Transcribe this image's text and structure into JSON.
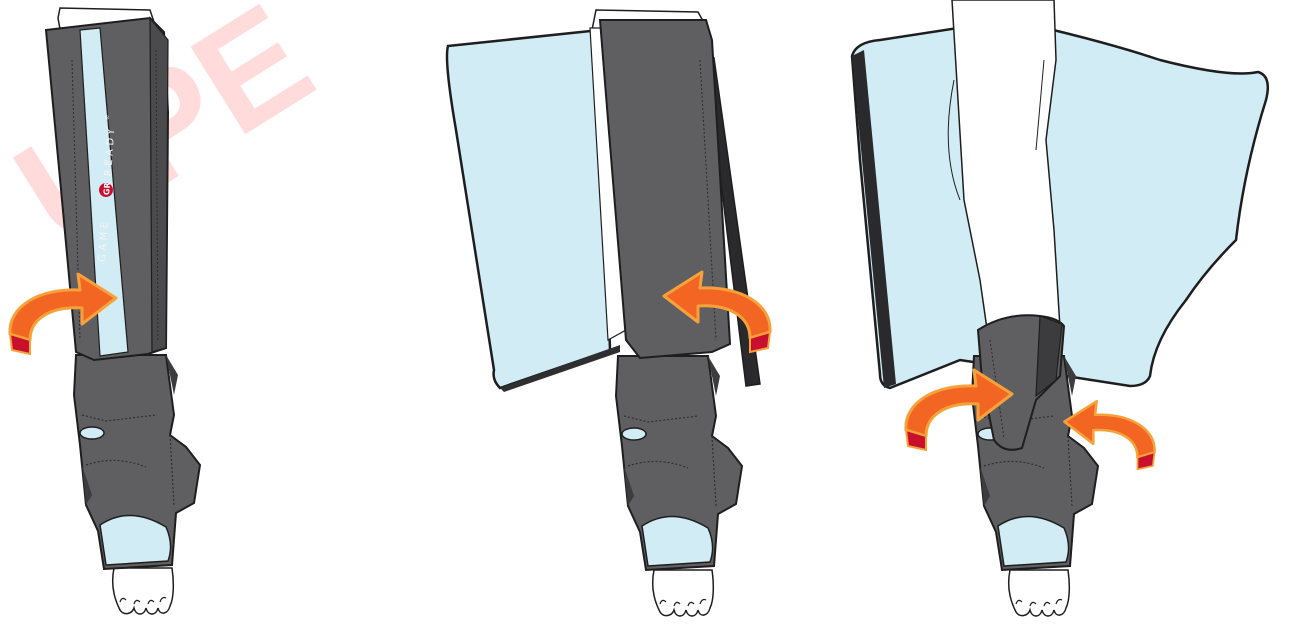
{
  "brand": {
    "left_word": "GAME",
    "right_word": "READY",
    "mark": "GR",
    "trademark": "®"
  },
  "watermark": {
    "text": "UPE"
  },
  "panels": [
    {
      "name": "step-1",
      "arrow_direction": "right"
    },
    {
      "name": "step-2",
      "arrow_direction": "left"
    },
    {
      "name": "step-3",
      "arrow_direction": "both"
    }
  ],
  "colors": {
    "sleeve": "#5f5f62",
    "sleeve_dark": "#3c3c3e",
    "cooling_panel": "#d2ecf6",
    "arrow": "#f26522",
    "arrow_edge": "#f7a13b",
    "arrow_tip": "#c8102e",
    "watermark": "#ff0000",
    "logo_red": "#c8102e"
  },
  "icons": [
    "rotate-right-arrow-icon",
    "rotate-left-arrow-icon",
    "game-ready-logo-icon"
  ]
}
